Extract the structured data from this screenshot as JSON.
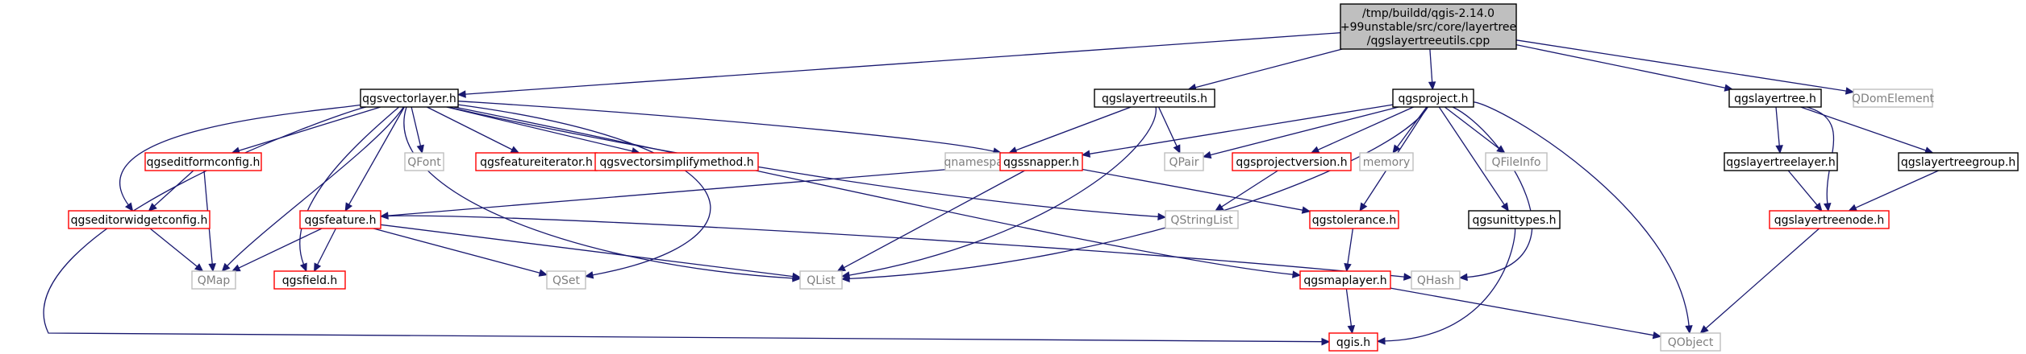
{
  "graph": {
    "nodes": [
      {
        "id": "root",
        "lines": [
          "/tmp/buildd/qgis-2.14.0",
          "+99unstable/src/core/layertree",
          "/qgslayertreeutils.cpp"
        ],
        "style": "root"
      },
      {
        "id": "qgsvectorlayer_h",
        "lines": [
          "qgsvectorlayer.h"
        ],
        "style": "black"
      },
      {
        "id": "qgslayertreeutils_h",
        "lines": [
          "qgslayertreeutils.h"
        ],
        "style": "black"
      },
      {
        "id": "qgsproject_h",
        "lines": [
          "qgsproject.h"
        ],
        "style": "black"
      },
      {
        "id": "qgslayertree_h",
        "lines": [
          "qgslayertree.h"
        ],
        "style": "black"
      },
      {
        "id": "QDomElement",
        "lines": [
          "QDomElement"
        ],
        "style": "gray"
      },
      {
        "id": "qgseditformconfig_h",
        "lines": [
          "qgseditformconfig.h"
        ],
        "style": "red"
      },
      {
        "id": "QFont",
        "lines": [
          "QFont"
        ],
        "style": "gray"
      },
      {
        "id": "qgsfeatureiterator_h",
        "lines": [
          "qgsfeatureiterator.h"
        ],
        "style": "red"
      },
      {
        "id": "qgsvectorsimplifymethod_h",
        "lines": [
          "qgsvectorsimplifymethod.h"
        ],
        "style": "red"
      },
      {
        "id": "qnamespace_h",
        "lines": [
          "qnamespace.h"
        ],
        "style": "gray"
      },
      {
        "id": "qgssnapper_h",
        "lines": [
          "qgssnapper.h"
        ],
        "style": "red"
      },
      {
        "id": "QPair",
        "lines": [
          "QPair"
        ],
        "style": "gray"
      },
      {
        "id": "qgsprojectversion_h",
        "lines": [
          "qgsprojectversion.h"
        ],
        "style": "red"
      },
      {
        "id": "memory",
        "lines": [
          "memory"
        ],
        "style": "gray"
      },
      {
        "id": "QFileInfo",
        "lines": [
          "QFileInfo"
        ],
        "style": "gray"
      },
      {
        "id": "qgslayertreelayer_h",
        "lines": [
          "qgslayertreelayer.h"
        ],
        "style": "black"
      },
      {
        "id": "qgslayertreegroup_h",
        "lines": [
          "qgslayertreegroup.h"
        ],
        "style": "black"
      },
      {
        "id": "qgseditorwidgetconfig_h",
        "lines": [
          "qgseditorwidgetconfig.h"
        ],
        "style": "red"
      },
      {
        "id": "qgsfeature_h",
        "lines": [
          "qgsfeature.h"
        ],
        "style": "red"
      },
      {
        "id": "QStringList",
        "lines": [
          "QStringList"
        ],
        "style": "gray"
      },
      {
        "id": "qgstolerance_h",
        "lines": [
          "qgstolerance.h"
        ],
        "style": "red"
      },
      {
        "id": "qgsunittypes_h",
        "lines": [
          "qgsunittypes.h"
        ],
        "style": "black"
      },
      {
        "id": "qgslayertreenode_h",
        "lines": [
          "qgslayertreenode.h"
        ],
        "style": "red"
      },
      {
        "id": "QMap",
        "lines": [
          "QMap"
        ],
        "style": "gray"
      },
      {
        "id": "qgsfield_h",
        "lines": [
          "qgsfield.h"
        ],
        "style": "red"
      },
      {
        "id": "QSet",
        "lines": [
          "QSet"
        ],
        "style": "gray"
      },
      {
        "id": "QList",
        "lines": [
          "QList"
        ],
        "style": "gray"
      },
      {
        "id": "qgsmaplayer_h",
        "lines": [
          "qgsmaplayer.h"
        ],
        "style": "red"
      },
      {
        "id": "QHash",
        "lines": [
          "QHash"
        ],
        "style": "gray"
      },
      {
        "id": "qgis_h",
        "lines": [
          "qgis.h"
        ],
        "style": "red"
      },
      {
        "id": "QObject",
        "lines": [
          "QObject"
        ],
        "style": "gray"
      }
    ],
    "edges": [
      [
        "root",
        "qgsvectorlayer_h"
      ],
      [
        "root",
        "qgslayertreeutils_h"
      ],
      [
        "root",
        "qgsproject_h"
      ],
      [
        "root",
        "qgslayertree_h"
      ],
      [
        "root",
        "QDomElement"
      ],
      [
        "qgsvectorlayer_h",
        "qgseditformconfig_h"
      ],
      [
        "qgsvectorlayer_h",
        "qgseditorwidgetconfig_h"
      ],
      [
        "qgsvectorlayer_h",
        "QFont"
      ],
      [
        "qgsvectorlayer_h",
        "qgsfeatureiterator_h"
      ],
      [
        "qgsvectorlayer_h",
        "qgsvectorsimplifymethod_h"
      ],
      [
        "qgsvectorlayer_h",
        "qgssnapper_h"
      ],
      [
        "qgsvectorlayer_h",
        "qgsfeature_h"
      ],
      [
        "qgsvectorlayer_h",
        "QMap"
      ],
      [
        "qgsvectorlayer_h",
        "qgsfield_h"
      ],
      [
        "qgsvectorlayer_h",
        "QSet"
      ],
      [
        "qgsvectorlayer_h",
        "QList"
      ],
      [
        "qgsvectorlayer_h",
        "QStringList"
      ],
      [
        "qgsvectorlayer_h",
        "qgsmaplayer_h"
      ],
      [
        "qgsvectorlayer_h",
        "qgis_h"
      ],
      [
        "qgslayertreeutils_h",
        "qnamespace_h"
      ],
      [
        "qgslayertreeutils_h",
        "QPair"
      ],
      [
        "qgslayertreeutils_h",
        "QList"
      ],
      [
        "qgsproject_h",
        "qgssnapper_h"
      ],
      [
        "qgsproject_h",
        "QPair"
      ],
      [
        "qgsproject_h",
        "qgsprojectversion_h"
      ],
      [
        "qgsproject_h",
        "memory"
      ],
      [
        "qgsproject_h",
        "QFileInfo"
      ],
      [
        "qgsproject_h",
        "qgstolerance_h"
      ],
      [
        "qgsproject_h",
        "qgsunittypes_h"
      ],
      [
        "qgsproject_h",
        "QList"
      ],
      [
        "qgsproject_h",
        "QHash"
      ],
      [
        "qgsproject_h",
        "QObject"
      ],
      [
        "qgslayertree_h",
        "qgslayertreelayer_h"
      ],
      [
        "qgslayertree_h",
        "qgslayertreegroup_h"
      ],
      [
        "qgslayertree_h",
        "qgslayertreenode_h"
      ],
      [
        "qgseditformconfig_h",
        "qgseditorwidgetconfig_h"
      ],
      [
        "qgseditformconfig_h",
        "QMap"
      ],
      [
        "qgseditorwidgetconfig_h",
        "QMap"
      ],
      [
        "qgssnapper_h",
        "qgsfeature_h"
      ],
      [
        "qgssnapper_h",
        "QList"
      ],
      [
        "qgssnapper_h",
        "qgstolerance_h"
      ],
      [
        "qgsprojectversion_h",
        "QStringList"
      ],
      [
        "qgsfeature_h",
        "QMap"
      ],
      [
        "qgsfeature_h",
        "qgsfield_h"
      ],
      [
        "qgsfeature_h",
        "QSet"
      ],
      [
        "qgsfeature_h",
        "QList"
      ],
      [
        "qgsfeature_h",
        "QHash"
      ],
      [
        "qgstolerance_h",
        "qgsmaplayer_h"
      ],
      [
        "qgsunittypes_h",
        "qgis_h"
      ],
      [
        "qgslayertreelayer_h",
        "qgslayertreenode_h"
      ],
      [
        "qgslayertreegroup_h",
        "qgslayertreenode_h"
      ],
      [
        "qgslayertreenode_h",
        "QObject"
      ],
      [
        "qgsmaplayer_h",
        "qgis_h"
      ],
      [
        "qgsmaplayer_h",
        "QObject"
      ]
    ]
  }
}
